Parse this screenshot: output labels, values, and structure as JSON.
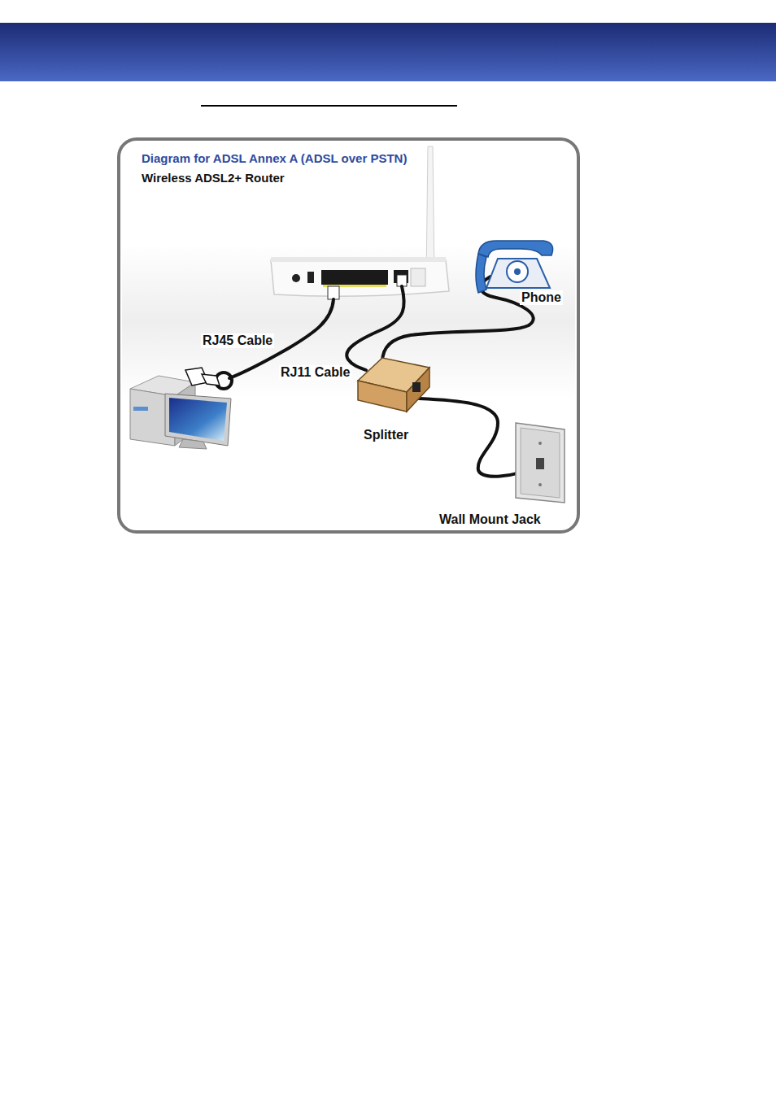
{
  "diagram": {
    "title": "Diagram for ADSL Annex A (ADSL over PSTN)",
    "labels": [
      "Wireless ADSL2+ Router",
      "Phone",
      "RJ45 Cable",
      "RJ11 Cable",
      "Splitter",
      "Wall Mount Jack"
    ]
  }
}
